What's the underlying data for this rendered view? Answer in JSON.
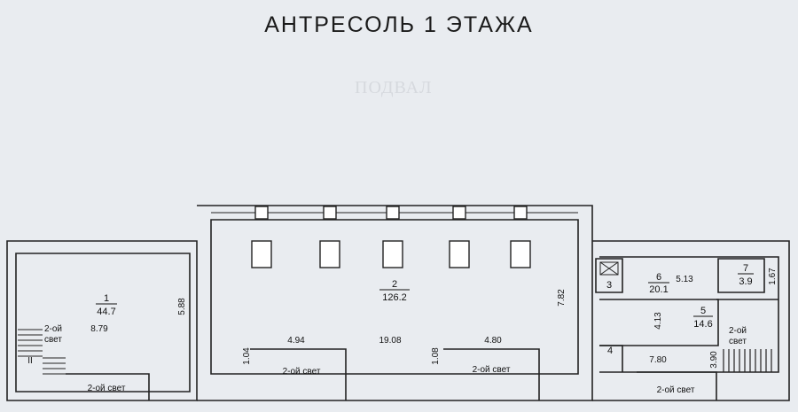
{
  "title": "АНТРЕСОЛЬ  1  ЭТАЖА",
  "ghost_text": "ПОДВАЛ",
  "rooms": [
    {
      "number": "1",
      "area": "44.7"
    },
    {
      "number": "2",
      "area": "126.2"
    },
    {
      "number": "3"
    },
    {
      "number": "4"
    },
    {
      "number": "5",
      "area": "14.6"
    },
    {
      "number": "6",
      "area": "20.1"
    },
    {
      "number": "7",
      "area": "3.9"
    }
  ],
  "dimensions": {
    "r1_width": "8.79",
    "r1_height": "5.88",
    "r2_width": "19.08",
    "r2_height": "7.82",
    "left_opening": "4.94",
    "right_opening": "4.80",
    "left_depth": "1.04",
    "right_depth": "1.08",
    "r6_width": "5.13",
    "r6_height": "4.13",
    "r7_height": "1.67",
    "bottom_right": "7.80",
    "r5_height": "3.90"
  },
  "second_light": "2-ой свет",
  "second_light_split": [
    "2-ой",
    "свет"
  ],
  "stair_mark": "II"
}
